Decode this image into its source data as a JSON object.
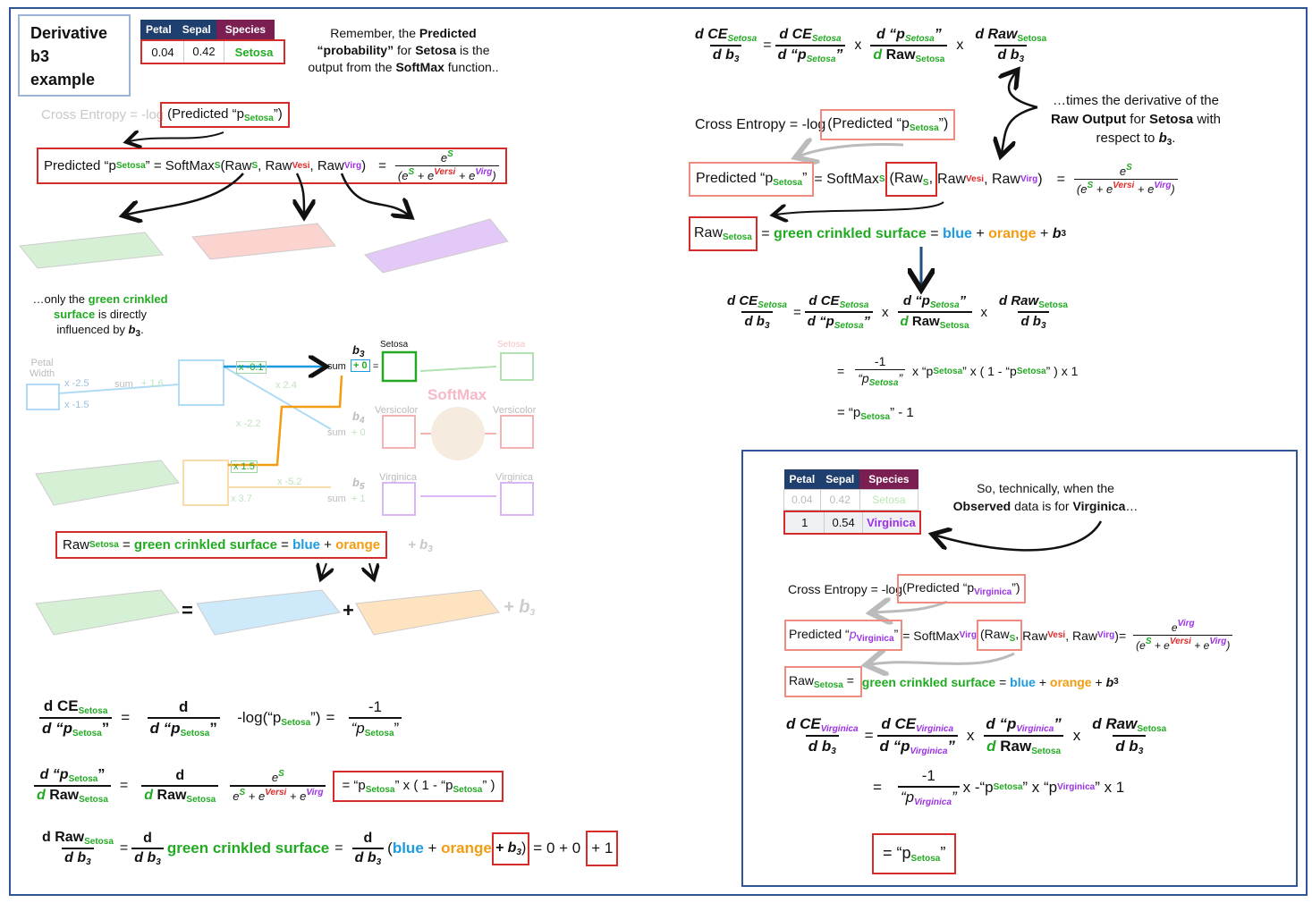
{
  "title": {
    "line1": "Derivative",
    "line2": "b3",
    "line3": "example"
  },
  "colors": {
    "frame": "#2f5597",
    "red_box": "#d62b2b",
    "pink_box": "#f08b80",
    "green": "#22aa22",
    "blue": "#1e9be0",
    "orange": "#f39c12",
    "purple": "#9b30e6",
    "table_head_blue": "#1f3f6e",
    "table_head_purple": "#7b1f52"
  },
  "table_top": {
    "headers": [
      "Petal",
      "Sepal",
      "Species"
    ],
    "row": [
      "0.04",
      "0.42",
      "Setosa"
    ]
  },
  "remember_note": {
    "t1": "Remember, the ",
    "t2": "Predicted",
    "t3": "“probability”",
    "t4": " for ",
    "t5": "Setosa",
    "t6": " is the",
    "t7": "output from the ",
    "t8": "SoftMax",
    "t9": " function.."
  },
  "cross_entropy_faint": {
    "prefix": "Cross Entropy = -log",
    "boxed": "(Predicted “p",
    "sub": "Setosa",
    "close": "”)"
  },
  "softmax_eq": {
    "lhs": "Predicted “p",
    "lhs_sub": "Setosa",
    "mid": "” = SoftMax",
    "s_sub": "S",
    "raw": "(Raw",
    "raw_s": "S",
    "raw2": ", Raw",
    "raw_v": "Vesi",
    "raw3": ", Raw",
    "raw_g": "Virg",
    "close": ")",
    "eq": "=",
    "num": "e",
    "num_sup": "S",
    "den1": "(e",
    "den1_sup": "S",
    "den2": " + e",
    "den2_sup": "Versi",
    "den3": " + e",
    "den3_sup": "Virg",
    "den4": ")"
  },
  "left_note": {
    "t1": "…only the ",
    "t2": "green crinkled",
    "t3": "surface",
    "t4": " is directly",
    "t5": "influenced by ",
    "t6": "b",
    "t7": "3",
    "t8": "."
  },
  "network": {
    "petal_width": "Petal",
    "petal_width2": "Width",
    "w1": "x -2.5",
    "w2": "x -1.5",
    "sum": "sum",
    "b1": "+ 1.6",
    "w3": "x -0.1",
    "w4": "x 2.4",
    "w5": "x -2.2",
    "w6": "x 1.5",
    "w7": "x -5.2",
    "w8": "x 3.7",
    "b3": "b",
    "b3sub": "3",
    "b4": "b",
    "b4sub": "4",
    "b5": "b",
    "b5sub": "5",
    "plus0": "+ 0",
    "plus0b": "+ 0",
    "plus1": "+ 1",
    "eq": "=",
    "softmax": "SoftMax",
    "setosa": "Setosa",
    "setosa2": "Setosa",
    "versicolor": "Versicolor",
    "versicolor2": "Versicolor",
    "virginica": "Virginica",
    "virginica2": "Virginica"
  },
  "raw_eq_left": {
    "raw": "Raw",
    "sub": "Setosa",
    "eq": " = ",
    "green": "green crinkled surface",
    "eq2": " = ",
    "blue": "blue",
    "plus": " + ",
    "orange": "orange",
    "plus2": " + ",
    "b": "b",
    "bsub": "3"
  },
  "surfaces_row": {
    "eq": "=",
    "plus": "+",
    "plus_b": "+ b",
    "plus_b_sub": "3"
  },
  "deriv1": {
    "n1": "d CE",
    "n1s": "Setosa",
    "d1": "d “p",
    "d1s": "Setosa",
    "d1e": "”",
    "eq": "=",
    "n2": "d",
    "d2": "d “p",
    "d2s": "Setosa",
    "d2e": "”",
    "log": "-log(“p",
    "logs": "Setosa",
    "loge": "”)",
    "eq2": "=",
    "n3": "-1",
    "d3": "“p",
    "d3s": "Setosa",
    "d3e": "”"
  },
  "deriv2": {
    "n1": "d “p",
    "n1s": "Setosa",
    "n1e": "”",
    "d1": "d ",
    "d1b": "Raw",
    "d1s": "Setosa",
    "eq": "=",
    "n2": "d",
    "d2": "d ",
    "d2b": "Raw",
    "d2s": "Setosa",
    "n3": "e",
    "n3s": "S",
    "d3a": "e",
    "d3as": "S",
    "d3b": " + e",
    "d3bs": "Versi",
    "d3c": " + e",
    "d3cs": "Virg",
    "box": "= “p",
    "boxs": "Setosa",
    "box2": "” x ( 1 - “p",
    "box2s": "Setosa",
    "box3": "” )"
  },
  "deriv3": {
    "n1": "d Raw",
    "n1s": "Setosa",
    "d1": "d b",
    "d1s": "3",
    "eq": "=",
    "n2": "d",
    "d2": "d b",
    "d2s": "3",
    "green": "green crinkled surface",
    "eq2": "=",
    "n3": "d",
    "d3": "d b",
    "d3s": "3",
    "open": "(",
    "blue": "blue",
    "plus": " + ",
    "orange": "orange",
    "box1": "+ b",
    "box1s": "3",
    "close": ")",
    "res": "= 0 + 0",
    "box2": "+ 1"
  },
  "chain_top": {
    "n1": "d CE",
    "n1s": "Setosa",
    "d1": "d b",
    "d1s": "3",
    "eq": "=",
    "n2": "d CE",
    "n2s": "Setosa",
    "d2": "d “p",
    "d2s": "Setosa",
    "d2e": "”",
    "x1": "x",
    "n3": "d “p",
    "n3s": "Setosa",
    "n3e": "”",
    "d3": "d ",
    "d3b": "Raw",
    "d3s": "Setosa",
    "x2": "x",
    "n4": "d Raw",
    "n4s": "Setosa",
    "d4": "d b",
    "d4s": "3"
  },
  "times_note": {
    "t1": "…times the derivative of the",
    "t2": "Raw Output",
    "t3": " for ",
    "t4": "Setosa",
    "t5": " with",
    "t6": "respect to ",
    "t7": "b",
    "t8": "3",
    "t9": "."
  },
  "ce_right": {
    "prefix": "Cross Entropy = -log",
    "boxed": "(Predicted “p",
    "sub": "Setosa",
    "close": "”)"
  },
  "softmax_right": {
    "lhs": "Predicted “p",
    "lhs_sub": "Setosa",
    "lhs_e": "”",
    "mid": " = SoftMax",
    "s_sub": "S",
    "raw": "(Raw",
    "raw_s": "S",
    "raw_c": ",",
    "raw2": " Raw",
    "raw_v": "Vesi",
    "raw3": ", Raw",
    "raw_g": "Virg",
    "close": ")",
    "eq": "=",
    "num": "e",
    "num_sup": "S",
    "den1": "(e",
    "den1_sup": "S",
    "den2": " + e",
    "den2_sup": "Versi",
    "den3": " + e",
    "den3_sup": "Virg",
    "den4": ")"
  },
  "raw_right": {
    "raw": "Raw",
    "sub": "Setosa",
    "eq": " = ",
    "green": "green crinkled surface",
    "eq2": " = ",
    "blue": "blue",
    "plus": " + ",
    "orange": "orange",
    "plus2": " + ",
    "b": "b",
    "bsub": "3"
  },
  "chain_mid": {
    "n1": "d CE",
    "n1s": "Setosa",
    "d1": "d b",
    "d1s": "3",
    "eq": "=",
    "n2": "d CE",
    "n2s": "Setosa",
    "d2": "d “p",
    "d2s": "Setosa",
    "d2e": "”",
    "x1": "x",
    "n3": "d “p",
    "n3s": "Setosa",
    "n3e": "”",
    "d3": "d ",
    "d3b": "Raw",
    "d3s": "Setosa",
    "x2": "x",
    "n4": "d Raw",
    "n4s": "Setosa",
    "d4": "d b",
    "d4s": "3"
  },
  "result_mid": {
    "eq": "=",
    "n": "-1",
    "d": "“p",
    "ds": "Setosa",
    "de": "”",
    "rest1": " x “p",
    "rest1s": "Setosa",
    "rest2": "” x ( 1 - “p",
    "rest2s": "Setosa",
    "rest3": "” ) x 1",
    "final": "= “p",
    "finals": "Setosa",
    "finale": "” - 1"
  },
  "table_box": {
    "headers": [
      "Petal",
      "Sepal",
      "Species"
    ],
    "row1": [
      "0.04",
      "0.42",
      "Setosa"
    ],
    "row2": [
      "1",
      "0.54",
      "Virginica"
    ]
  },
  "so_note": {
    "t1": "So, technically, when the",
    "t2": "Observed",
    "t3": " data is for ",
    "t4": "Virginica",
    "t5": "…"
  },
  "ce_box": {
    "prefix": "Cross Entropy = -log",
    "boxed": "(Predicted “p",
    "sub": "Virginica",
    "close": "”)"
  },
  "softmax_box": {
    "lhs": "Predicted “",
    "lhs_p": "p",
    "lhs_sub": "Virginica",
    "lhs_e": "”",
    "mid": " = SoftMax",
    "s_sub": "Virg",
    "raw": "(Raw",
    "raw_s": "S",
    "raw_c": ",",
    "raw2": " Raw",
    "raw_v": "Vesi",
    "raw3": ", Raw",
    "raw_g": "Virg",
    "close": ")",
    "eq": " =",
    "num": "e",
    "num_sup": "Virg",
    "den1": "(e",
    "den1_sup": "S",
    "den2": " + e",
    "den2_sup": "Versi",
    "den3": " + e",
    "den3_sup": "Virg",
    "den4": ")"
  },
  "raw_box": {
    "raw": "Raw",
    "sub": "Setosa",
    "eq": " = ",
    "green": "green crinkled surface",
    "eq2": " = ",
    "blue": "blue",
    "plus": " + ",
    "orange": "orange",
    "plus2": " + ",
    "b": "b",
    "bsub": "3"
  },
  "chain_box": {
    "n1": "d CE",
    "n1s": "Virginica",
    "d1": "d b",
    "d1s": "3",
    "eq": "=",
    "n2": "d CE",
    "n2s": "Virginica",
    "d2": "d “p",
    "d2s": "Virginica",
    "d2e": "”",
    "x1": "x",
    "n3": "d “p",
    "n3s": "Virginica",
    "n3e": "”",
    "d3": "d ",
    "d3b": "Raw",
    "d3s": "Setosa",
    "x2": "x",
    "n4": "d Raw",
    "n4s": "Setosa",
    "d4": "d b",
    "d4s": "3"
  },
  "result_box": {
    "eq": "=",
    "n": "-1",
    "d": "“p",
    "ds": "Virginica",
    "de": "”",
    "rest1": "x -“p",
    "rest1s": "Setosa",
    "rest2": "” x “p",
    "rest2s": "Virginica",
    "rest3": "” x 1",
    "final": "= “p",
    "finals": "Setosa",
    "finale": "”"
  }
}
